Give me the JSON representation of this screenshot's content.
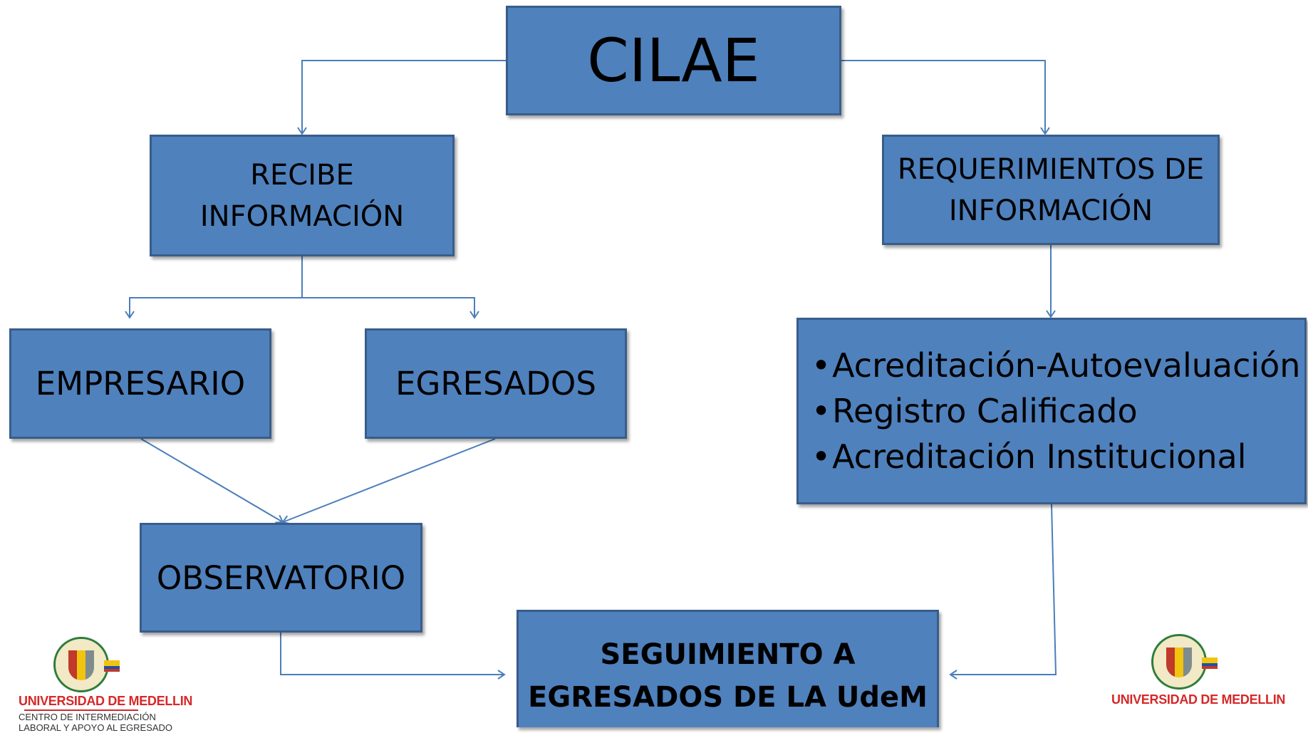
{
  "nodes": {
    "cilae": "CILAE",
    "recibe_line1": "RECIBE",
    "recibe_line2": "INFORMACIÓN",
    "requerimientos_line1": "REQUERIMIENTOS DE",
    "requerimientos_line2": "INFORMACIÓN",
    "empresario": "EMPRESARIO",
    "egresados": "EGRESADOS",
    "observatorio": "OBSERVATORIO",
    "seguimiento_line1": "SEGUIMIENTO A",
    "seguimiento_line2": "EGRESADOS DE LA UdeM"
  },
  "bullets": {
    "marker": "•",
    "items": [
      "Acreditación-Autoevaluación",
      "Registro Calificado",
      "Acreditación Institucional"
    ]
  },
  "logos": {
    "left_name": "UNIVERSIDAD DE MEDELLIN",
    "left_sub1": "CENTRO DE INTERMEDIACIÓN",
    "left_sub2": "LABORAL Y APOYO AL EGRESADO",
    "right_name": "UNIVERSIDAD DE MEDELLIN"
  },
  "colors": {
    "box_fill": "#4f81bd",
    "box_border": "#385d8a",
    "connector": "#4a7ebb",
    "logo_text": "#d62828"
  }
}
